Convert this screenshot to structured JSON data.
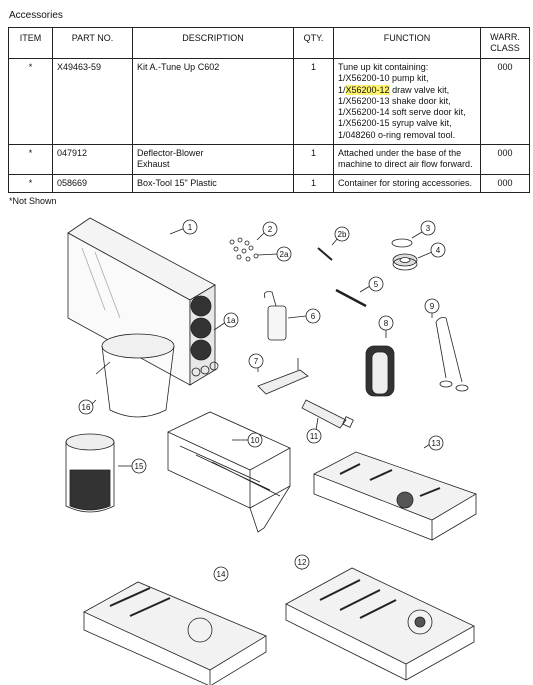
{
  "heading": "Accessories",
  "table": {
    "headers": [
      "ITEM",
      "PART NO.",
      "DESCRIPTION",
      "QTY.",
      "FUNCTION",
      "WARR.\nCLASS"
    ],
    "rows": [
      {
        "item": "*",
        "part": "X49463-59",
        "desc": "Kit A.-Tune Up C602",
        "qty": "1",
        "function_lines": [
          "Tune up kit containing:",
          "1/X56200-10 pump kit,",
          "1/X56200-12 draw valve kit,",
          "1/X56200-13 shake door kit,",
          "1/X56200-14 soft serve door kit,",
          "1/X56200-15 syrup valve kit,",
          "1/048260 o-ring removal tool."
        ],
        "function_highlight": "X56200-12",
        "warr": "000"
      },
      {
        "item": "*",
        "part": "047912",
        "desc": "Deflector-Blower Exhaust",
        "qty": "1",
        "function": "Attached under the base of the machine to direct air flow forward.",
        "warr": "000"
      },
      {
        "item": "*",
        "part": "058669",
        "desc": "Box-Tool 15\" Plastic",
        "qty": "1",
        "function": "Container for storing accessories.",
        "warr": "000"
      }
    ]
  },
  "note": "*Not Shown",
  "callouts": {
    "c1": "1",
    "c1a": "1a",
    "c2": "2",
    "c2a": "2a",
    "c2b": "2b",
    "c3": "3",
    "c4": "4",
    "c5": "5",
    "c6": "6",
    "c7": "7",
    "c8": "8",
    "c9": "9",
    "c10": "10",
    "c11": "11",
    "c12": "12",
    "c13": "13",
    "c14": "14",
    "c15": "15",
    "c16": "16"
  }
}
